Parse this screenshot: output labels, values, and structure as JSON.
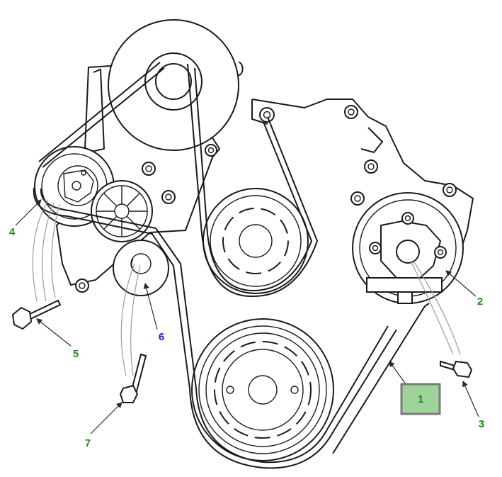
{
  "callouts": {
    "c1": "1",
    "c2": "2",
    "c3": "3",
    "c4": "4",
    "c5": "5",
    "c6": "6",
    "c7": "7"
  },
  "colors": {
    "label_green": "#1a8a1a",
    "label_blue": "#1a1acc",
    "highlight_fill": "#9fd39a",
    "highlight_border": "#7a7a7a",
    "line": "#1a1a1a"
  },
  "selected_callout": "1"
}
